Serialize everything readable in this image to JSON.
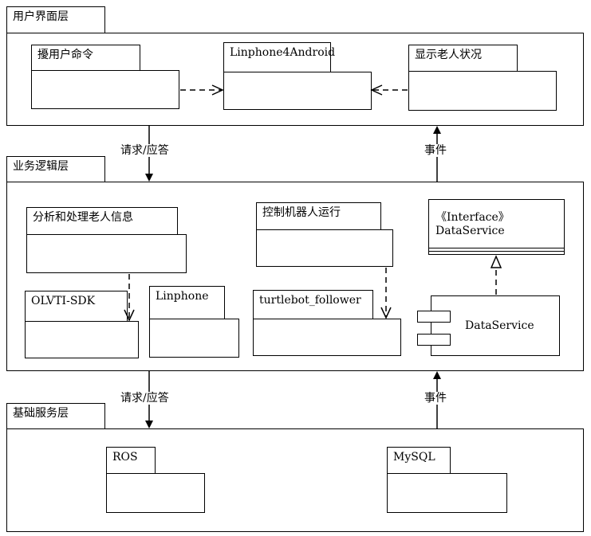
{
  "layers": {
    "ui": {
      "title": "用户界面层"
    },
    "logic": {
      "title": "业务逻辑层"
    },
    "base": {
      "title": "基础服务层"
    }
  },
  "packages": {
    "user_cmd": "擾用户命令",
    "linphone4android": "Linphone4Android",
    "show_status": "显示老人状况",
    "analyze": "分析和处理老人信息",
    "control_robot": "控制机器人运行",
    "olvti": "OLVTI-SDK",
    "linphone": "Linphone",
    "turtlebot": "turtlebot_follower",
    "ros": "ROS",
    "mysql": "MySQL"
  },
  "interface": {
    "stereotype": "《Interface》",
    "name": "DataService"
  },
  "component": {
    "name": "DataService"
  },
  "arrows": {
    "request_response_1": "请求/应答",
    "event_1": "事件",
    "request_response_2": "请求/应答",
    "event_2": "事件"
  }
}
